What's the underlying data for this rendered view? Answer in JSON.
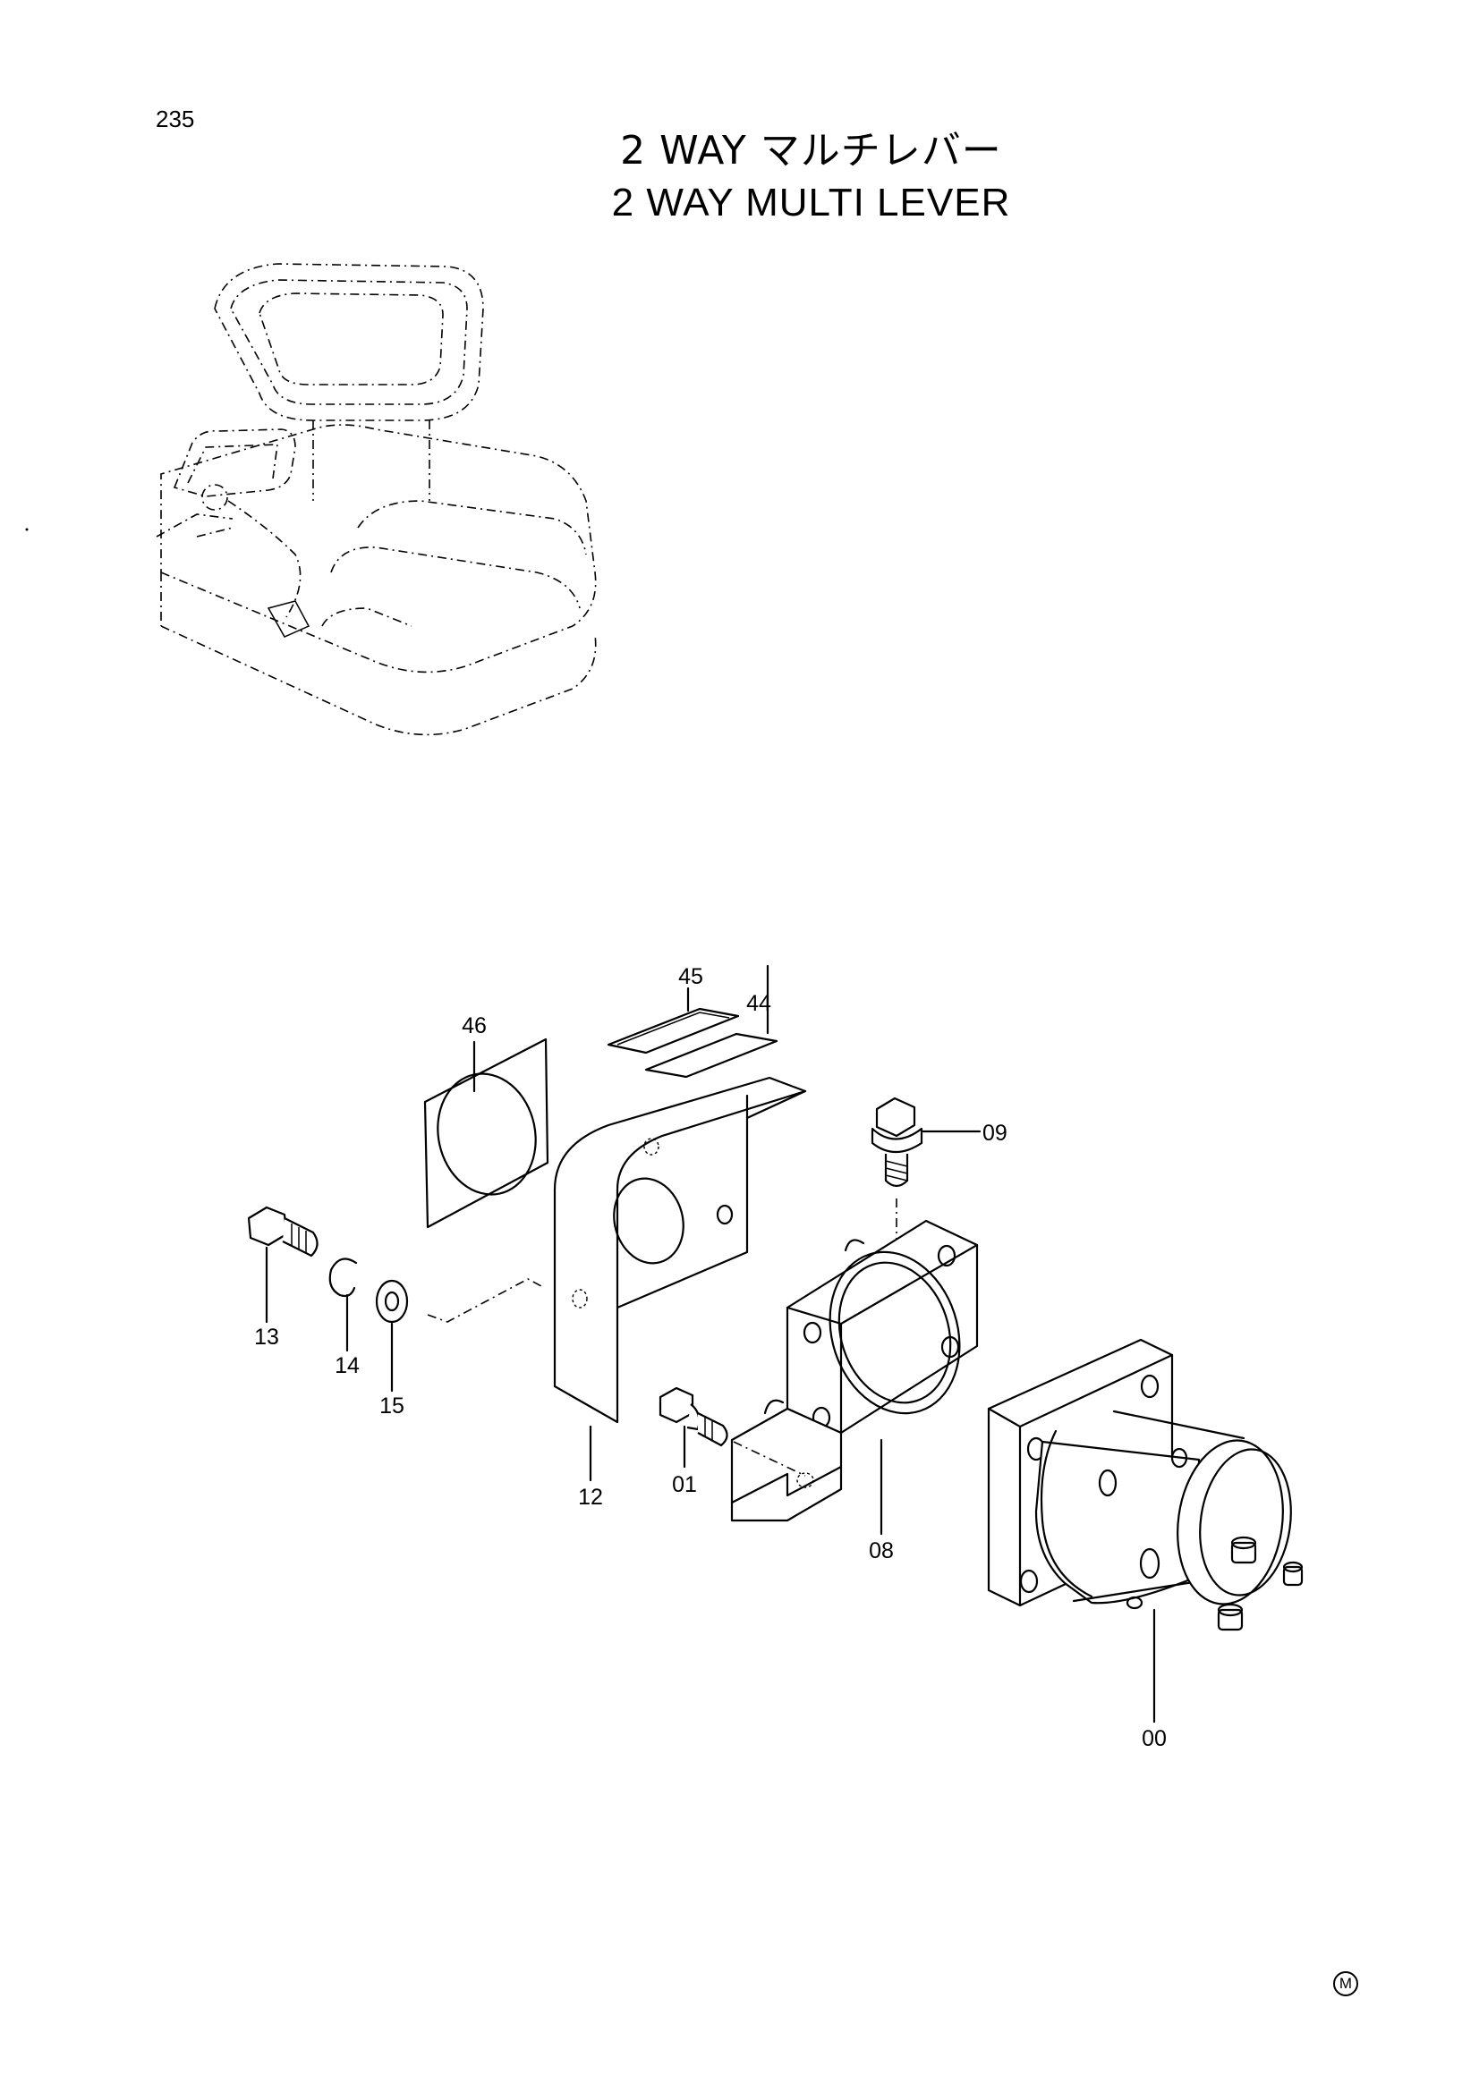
{
  "page": {
    "number": "235"
  },
  "title": {
    "japanese": "2 WAY マルチレバー",
    "english": "2 WAY MULTI LEVER"
  },
  "callouts": {
    "p00": "00",
    "p01": "01",
    "p08": "08",
    "p09": "09",
    "p12": "12",
    "p13": "13",
    "p14": "14",
    "p15": "15",
    "p44": "44",
    "p45": "45",
    "p46": "46"
  },
  "footer": {
    "mark": "M"
  }
}
